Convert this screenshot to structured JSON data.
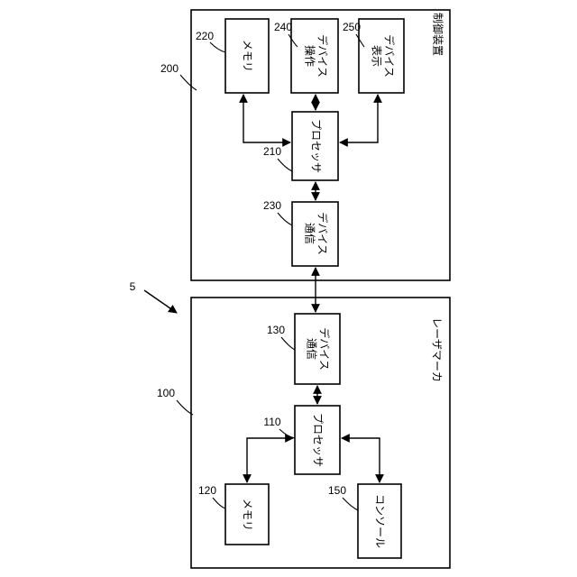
{
  "system_ref": "5",
  "control_device": {
    "ref": "200",
    "title": "制御装置",
    "memory": {
      "ref": "220",
      "label": "メモリ"
    },
    "operation_device": {
      "ref": "240",
      "label_line1": "操作",
      "label_line2": "デバイス"
    },
    "display_device": {
      "ref": "250",
      "label_line1": "表示",
      "label_line2": "デバイス"
    },
    "processor": {
      "ref": "210",
      "label": "プロセッサ"
    },
    "comm_device": {
      "ref": "230",
      "label_line1": "通信",
      "label_line2": "デバイス"
    }
  },
  "laser_marker": {
    "ref": "100",
    "title": "レーザマーカ",
    "comm_device": {
      "ref": "130",
      "label_line1": "通信",
      "label_line2": "デバイス"
    },
    "processor": {
      "ref": "110",
      "label": "プロセッサ"
    },
    "memory": {
      "ref": "120",
      "label": "メモリ"
    },
    "console": {
      "ref": "150",
      "label": "コンソール"
    }
  }
}
